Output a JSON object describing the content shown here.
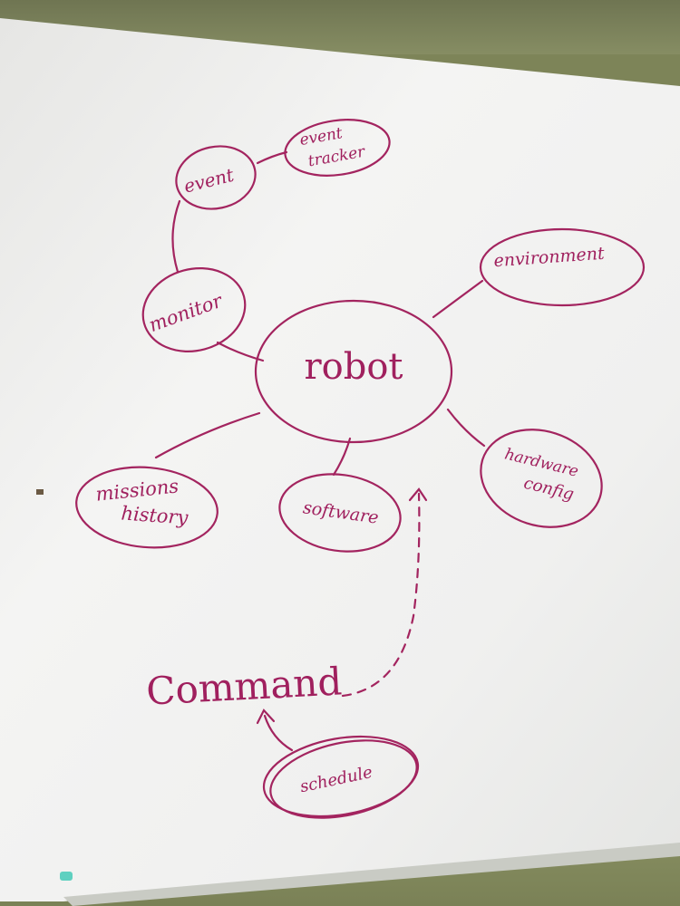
{
  "colors": {
    "ink": "#a3245f",
    "board": "#f1f1f0",
    "wall": "#7d8458"
  },
  "nodes": {
    "robot": "robot",
    "environment": "environment",
    "monitor": "monitor",
    "event": "event",
    "event_tracker_line1": "event",
    "event_tracker_line2": "tracker",
    "hardware_config_line1": "hardware",
    "hardware_config_line2": "config",
    "software": "software",
    "missions_history_line1": "missions",
    "missions_history_line2": "history",
    "command": "Command",
    "schedule": "schedule"
  }
}
